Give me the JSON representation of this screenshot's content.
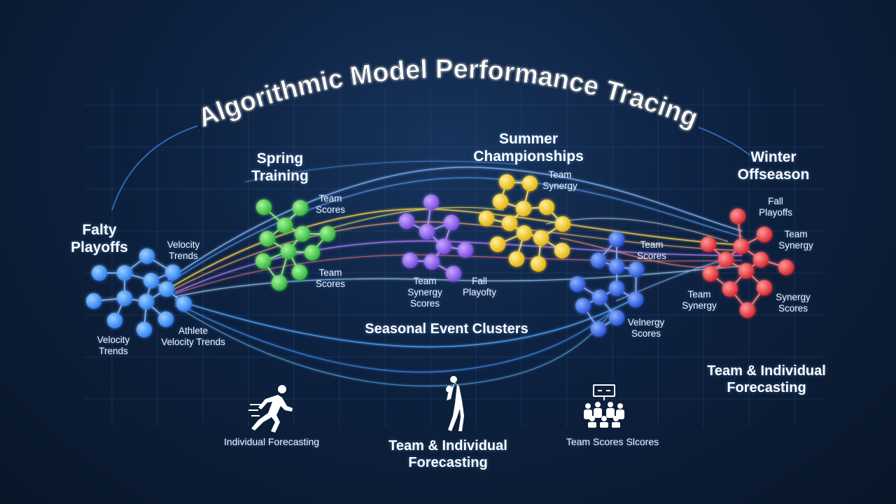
{
  "title": "Algorithmic Model Performance Tracing",
  "clusters": [
    {
      "name": "Falty\nPlayoffs",
      "color": "#3a8dff"
    },
    {
      "name": "Spring\nTraining",
      "color": "#3fcf4a"
    },
    {
      "name": "",
      "color": "#8a5cf0"
    },
    {
      "name": "Summer\nChampionships",
      "color": "#f2c319"
    },
    {
      "name": "",
      "color": "#2f62e6"
    },
    {
      "name": "Winter\nOffseason",
      "color": "#e8363a"
    }
  ],
  "labels": {
    "blue_velocity_trends_top": "Velocity\nTrends",
    "blue_velocity_trends_bottom": "Velocity\nTrends",
    "blue_athlete_velocity": "Athlete\nVelocity Trends",
    "green_team_scores_top": "Team\nScores",
    "green_team_scores_bottom": "Team\nScores",
    "purple_team_synergy_scores": "Team\nSynergy\nScores",
    "purple_fall_playofty": "Fall\nPlayofty",
    "yellow_team_synergy": "Team\nSynergy",
    "blue2_team_scores": "Team\nScores",
    "blue2_velnergy_scores": "Velnergy\nScores",
    "red_fall_playoffs": "Fall\nPlayoffs",
    "red_team_synergy_right": "Team\nSynergy",
    "red_team_synergy_left": "Team\nSynergy",
    "red_synergy_scores": "Synergy\nScores"
  },
  "center_caption": "Seasonal Event Clusters",
  "right_caption": "Team & Individual\nForecasting",
  "bottom": [
    {
      "icon": "sprinter-icon",
      "label": "Individual Forecasting"
    },
    {
      "icon": "basketball-player-icon",
      "label": "Team & Individual\nForecasting"
    },
    {
      "icon": "team-group-icon",
      "label": "Team Scores Slcores"
    }
  ]
}
